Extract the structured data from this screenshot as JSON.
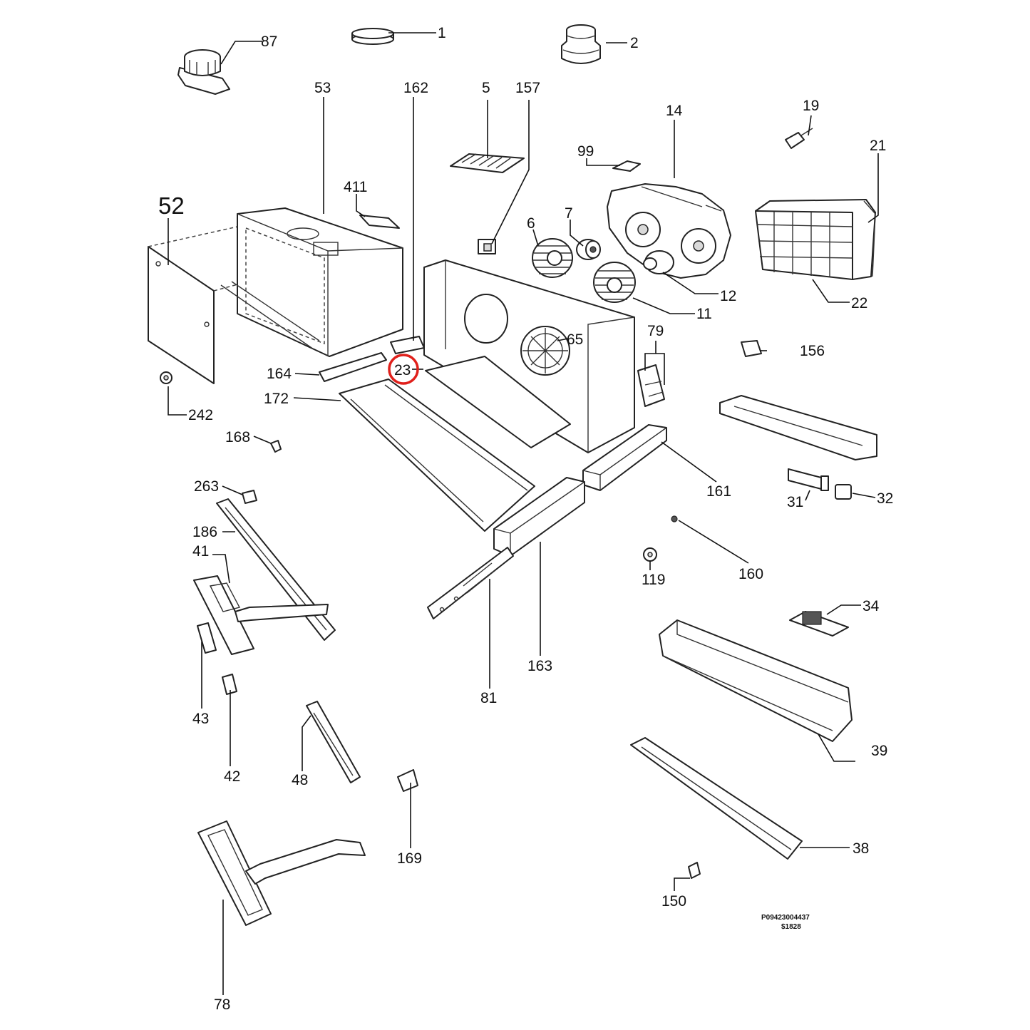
{
  "callouts": {
    "c1": "1",
    "c2": "2",
    "c5": "5",
    "c6": "6",
    "c7": "7",
    "c11": "11",
    "c12": "12",
    "c14": "14",
    "c19": "19",
    "c21": "21",
    "c22": "22",
    "c23": "23",
    "c31": "31",
    "c32": "32",
    "c34": "34",
    "c38": "38",
    "c39": "39",
    "c41": "41",
    "c42": "42",
    "c43": "43",
    "c48": "48",
    "c52": "52",
    "c53": "53",
    "c65": "65",
    "c78": "78",
    "c79": "79",
    "c81": "81",
    "c87": "87",
    "c99": "99",
    "c119": "119",
    "c150": "150",
    "c156": "156",
    "c157": "157",
    "c160": "160",
    "c161": "161",
    "c162": "162",
    "c163": "163",
    "c164": "164",
    "c168": "168",
    "c169": "169",
    "c172": "172",
    "c186": "186",
    "c242": "242",
    "c263": "263",
    "c411": "411"
  },
  "reference": {
    "code": "P09423004437",
    "sub": "$1828"
  },
  "highlight": {
    "color": "#e0201b",
    "target": "23"
  }
}
